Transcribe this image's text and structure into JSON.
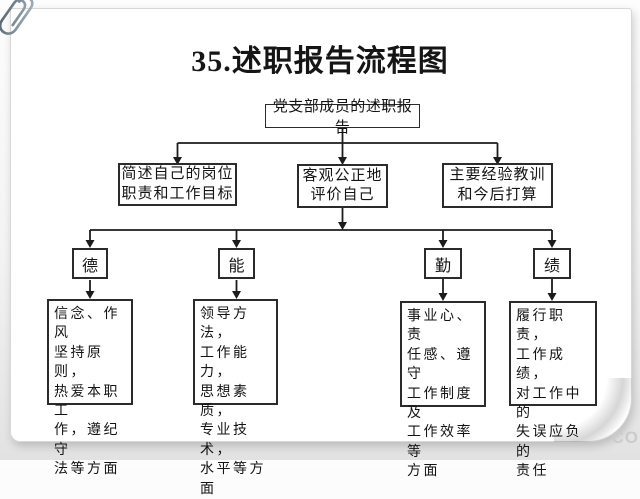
{
  "title": "35.述职报告流程图",
  "watermark": "CO",
  "flowchart": {
    "root": {
      "label": "党支部成员的述职报告"
    },
    "level2": [
      {
        "lines": [
          "简述自己的岗位",
          "职责和工作目标"
        ]
      },
      {
        "lines": [
          "客观公正地",
          "评价自己"
        ]
      },
      {
        "lines": [
          "主要经验教训",
          "和今后打算"
        ]
      }
    ],
    "criteria": [
      {
        "label": "德"
      },
      {
        "label": "能"
      },
      {
        "label": "勤"
      },
      {
        "label": "绩"
      }
    ],
    "details": [
      {
        "lines": [
          "信念、作风",
          "坚持原则，",
          "热爱本职工",
          "作，遵纪守",
          "法等方面"
        ]
      },
      {
        "lines": [
          "领导方法，",
          "工作能力，",
          "思想素质，",
          "专业技术，",
          "水平等方面"
        ]
      },
      {
        "lines": [
          "事业心、责",
          "任感、遵守",
          "工作制度及",
          "工作效率等",
          "方面"
        ]
      },
      {
        "lines": [
          "履行职责，",
          "工作成绩，",
          "对工作中的",
          "失误应负的",
          "责任"
        ]
      }
    ]
  },
  "colors": {
    "line": "#1c1c1c",
    "box_border": "#2b2b2b",
    "paper": "#ffffff",
    "text": "#141414",
    "paperclip": "#76858f"
  }
}
